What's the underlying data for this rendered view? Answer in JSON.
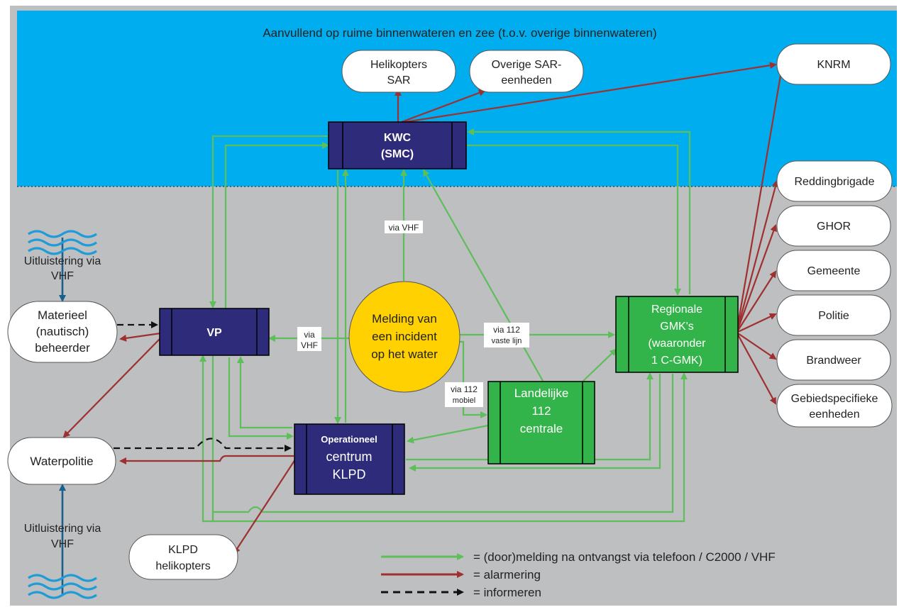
{
  "colors": {
    "sea": "#00AEEF",
    "land": "#BDBFC1",
    "green": "#5DBE5A",
    "red": "#9E3030",
    "black": "#111111",
    "blue_arrow": "#1B5F8C",
    "wave": "#1E9CD7",
    "navy_box": "#2E2B7A",
    "green_box": "#32B44A",
    "yellow": "#FFD100"
  },
  "zone_title": "Aanvullend op ruime binnenwateren en zee (t.o.v. overige binnenwateren)",
  "nodes": {
    "heli_sar": [
      "Helikopters",
      "SAR"
    ],
    "overige_sar": [
      "Overige SAR-",
      "eenheden"
    ],
    "knrm": [
      "KNRM"
    ],
    "kwc": [
      "KWC",
      "(SMC)"
    ],
    "reddingbrigade": [
      "Reddingbrigade"
    ],
    "ghor": [
      "GHOR"
    ],
    "gemeente": [
      "Gemeente"
    ],
    "politie": [
      "Politie"
    ],
    "brandweer": [
      "Brandweer"
    ],
    "gebied": [
      "Gebiedspecifieke",
      "eenheden"
    ],
    "materieel": [
      "Materieel",
      "(nautisch)",
      "beheerder"
    ],
    "vp": [
      "VP"
    ],
    "melding": [
      "Melding van",
      "een incident",
      "op het water"
    ],
    "regionale": [
      "Regionale",
      "GMK's",
      "(waaronder",
      "1 C-GMK)"
    ],
    "landelijke": [
      "Landelijke",
      "112",
      "centrale"
    ],
    "operationeel": [
      "Operationeel",
      "centrum",
      "KLPD"
    ],
    "waterpolitie": [
      "Waterpolitie"
    ],
    "klpd_heli": [
      "KLPD",
      "helikopters"
    ],
    "uitl_top": [
      "Uitluistering via",
      "VHF"
    ],
    "uitl_bottom": [
      "Uitluistering via",
      "VHF"
    ]
  },
  "edge_labels": {
    "via_vhf_top": [
      "via VHF"
    ],
    "via_vhf_left": [
      "via",
      "VHF"
    ],
    "via_112_vast": [
      "via 112",
      "vaste lijn"
    ],
    "via_112_mobiel": [
      "via 112",
      "mobiel"
    ]
  },
  "legend": [
    {
      "type": "green",
      "text": "= (door)melding na ontvangst via telefoon / C2000 / VHF"
    },
    {
      "type": "red",
      "text": "= alarmering"
    },
    {
      "type": "dashed",
      "text": "= informeren"
    }
  ]
}
